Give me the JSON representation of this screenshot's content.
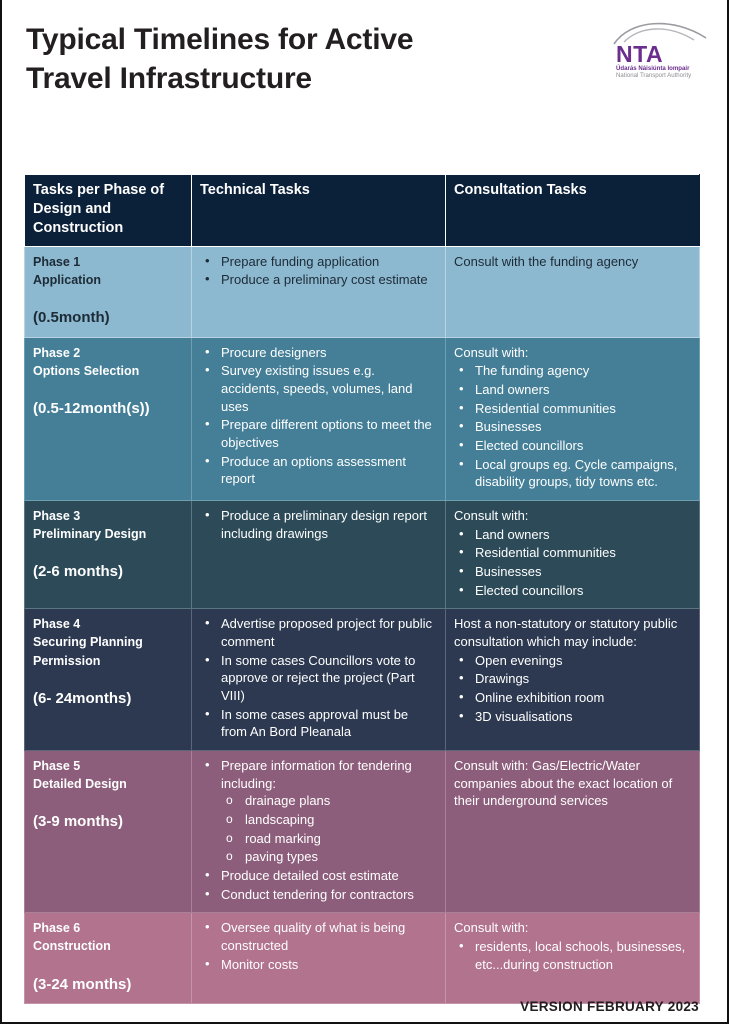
{
  "document": {
    "title": "Typical Timelines for Active Travel Infrastructure",
    "title_line1": "Typical Timelines for Active",
    "title_line2": "Travel Infrastructure",
    "version_note": "VERSION FEBRUARY 2023"
  },
  "logo": {
    "acronym": "NTA",
    "irish_name": "Údarás Náisiúnta Iompair",
    "english_name": "National Transport Authority",
    "purple": "#6b2d8e",
    "grey": "#8e8e93"
  },
  "colors": {
    "header_navy": "#0b2039",
    "phase1": "#8cb8d0",
    "phase2": "#447f97",
    "phase3": "#2c4a58",
    "phase4": "#2c3950",
    "phase5": "#8d5e7b",
    "phase6": "#b1738d",
    "title_text": "#231f20"
  },
  "table": {
    "headers": [
      "Tasks per Phase of Design and Construction",
      "Technical Tasks",
      "Consultation Tasks"
    ],
    "rows": [
      {
        "theme": "theme-light",
        "phase_label": "Phase 1",
        "phase_name": "Application",
        "duration": "(0.5month)",
        "technical": {
          "lead": "",
          "bullets": [
            {
              "text": "Prepare funding application",
              "sub": []
            },
            {
              "text": "Produce a preliminary cost estimate",
              "sub": []
            }
          ]
        },
        "consultation": {
          "lead": "Consult with the funding agency",
          "bullets": []
        }
      },
      {
        "theme": "theme-teal",
        "phase_label": "Phase 2",
        "phase_name": "Options Selection",
        "duration": "(0.5-12month(s))",
        "technical": {
          "lead": "",
          "bullets": [
            {
              "text": "Procure designers",
              "sub": []
            },
            {
              "text": "Survey existing issues e.g. accidents, speeds, volumes, land uses",
              "sub": []
            },
            {
              "text": "Prepare different options to meet the objectives",
              "sub": []
            },
            {
              "text": "Produce an options assessment report",
              "sub": []
            }
          ]
        },
        "consultation": {
          "lead": "Consult with:",
          "bullets": [
            {
              "text": "The funding agency",
              "sub": []
            },
            {
              "text": "Land owners",
              "sub": []
            },
            {
              "text": "Residential communities",
              "sub": []
            },
            {
              "text": "Businesses",
              "sub": []
            },
            {
              "text": "Elected councillors",
              "sub": []
            },
            {
              "text": "Local groups eg. Cycle campaigns, disability groups, tidy towns etc.",
              "sub": []
            }
          ]
        }
      },
      {
        "theme": "theme-dteal",
        "phase_label": "Phase 3",
        "phase_name": "Preliminary Design",
        "duration": "(2-6 months)",
        "technical": {
          "lead": "",
          "bullets": [
            {
              "text": "Produce a preliminary design report including drawings",
              "sub": []
            }
          ]
        },
        "consultation": {
          "lead": "Consult with:",
          "bullets": [
            {
              "text": "Land owners",
              "sub": []
            },
            {
              "text": "Residential communities",
              "sub": []
            },
            {
              "text": "Businesses",
              "sub": []
            },
            {
              "text": "Elected councillors",
              "sub": []
            }
          ]
        }
      },
      {
        "theme": "theme-navy",
        "phase_label": "Phase 4",
        "phase_name": "Securing Planning Permission",
        "duration": "(6- 24months)",
        "technical": {
          "lead": "",
          "bullets": [
            {
              "text": "Advertise proposed project for public comment",
              "sub": []
            },
            {
              "text": "In some cases Councillors vote to approve or reject the project (Part VIII)",
              "sub": []
            },
            {
              "text": "In some cases approval must be from An Bord Pleanala",
              "sub": []
            }
          ]
        },
        "consultation": {
          "lead": "Host a non-statutory or statutory public consultation which may include:",
          "bullets": [
            {
              "text": "Open evenings",
              "sub": []
            },
            {
              "text": "Drawings",
              "sub": []
            },
            {
              "text": "Online exhibition room",
              "sub": []
            },
            {
              "text": "3D visualisations",
              "sub": []
            }
          ]
        }
      },
      {
        "theme": "theme-mauve",
        "phase_label": "Phase 5",
        "phase_name": "Detailed Design",
        "duration": "(3-9 months)",
        "technical": {
          "lead": "",
          "bullets": [
            {
              "text": "Prepare information for tendering including:",
              "sub": [
                "drainage plans",
                "landscaping",
                "road marking",
                "paving types"
              ]
            },
            {
              "text": "Produce detailed cost estimate",
              "sub": []
            },
            {
              "text": "Conduct tendering for contractors",
              "sub": []
            }
          ]
        },
        "consultation": {
          "lead": "Consult with: Gas/Electric/Water companies about the exact location of their underground services",
          "bullets": []
        }
      },
      {
        "theme": "theme-rose",
        "phase_label": "Phase 6",
        "phase_name": "Construction",
        "duration": "(3-24 months)",
        "technical": {
          "lead": "",
          "bullets": [
            {
              "text": "Oversee quality of what is being constructed",
              "sub": []
            },
            {
              "text": "Monitor costs",
              "sub": []
            }
          ]
        },
        "consultation": {
          "lead": "Consult with:",
          "bullets": [
            {
              "text": "residents, local schools, businesses, etc...during construction",
              "sub": []
            }
          ]
        }
      }
    ]
  }
}
